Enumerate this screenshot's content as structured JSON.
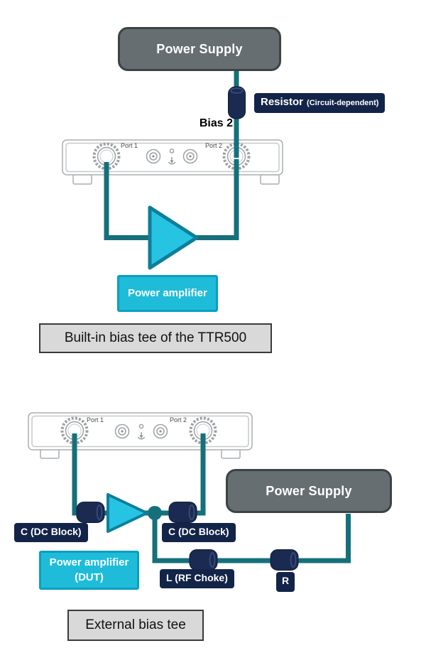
{
  "top_diagram": {
    "power_supply_label": "Power Supply",
    "resistor_label": "Resistor",
    "resistor_sublabel": "(Circuit-dependent)",
    "bias_label": "Bias 2",
    "vna": {
      "port1": "Port 1",
      "port2": "Port 2"
    },
    "amplifier_label": "Power amplifier",
    "caption": "Built-in bias tee of the TTR500"
  },
  "bottom_diagram": {
    "power_supply_label": "Power Supply",
    "vna": {
      "port1": "Port 1",
      "port2": "Port 2"
    },
    "dc_block_left_label": "C (DC Block)",
    "dc_block_right_label": "C (DC Block)",
    "rf_choke_label": "L (RF Choke)",
    "resistor_label": "R",
    "amplifier_label_line1": "Power amplifier",
    "amplifier_label_line2": "(DUT)",
    "caption": "External bias tee"
  },
  "colors": {
    "wire_teal": "#15707b",
    "component_navy": "#1b2a50",
    "label_navy": "#132449",
    "amplifier_cyan": "#27c3e2",
    "amplifier_border": "#0d7f9b",
    "power_supply_gray": "#676e72",
    "caption_gray": "#d9d9d9"
  }
}
